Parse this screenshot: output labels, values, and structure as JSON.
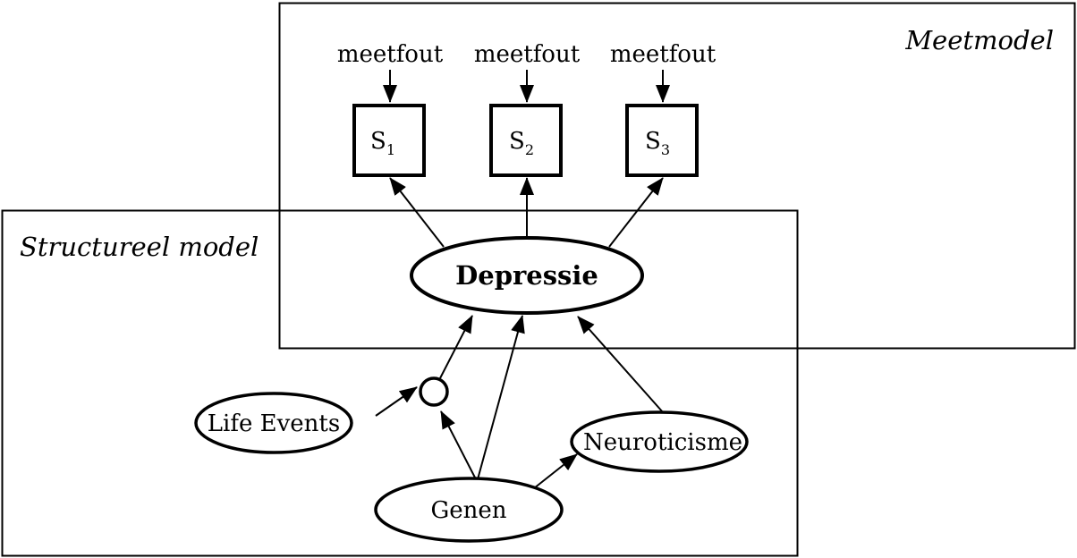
{
  "diagram": {
    "regions": {
      "measurement_model": {
        "label": "Meetmodel"
      },
      "structural_model": {
        "label": "Structureel model"
      }
    },
    "nodes": {
      "error_1": {
        "label": "meetfout"
      },
      "error_2": {
        "label": "meetfout"
      },
      "error_3": {
        "label": "meetfout"
      },
      "s1": {
        "label": "S",
        "subscript": "1",
        "shape": "square"
      },
      "s2": {
        "label": "S",
        "subscript": "2",
        "shape": "square"
      },
      "s3": {
        "label": "S",
        "subscript": "3",
        "shape": "square"
      },
      "depressie": {
        "label": "Depressie",
        "shape": "ellipse"
      },
      "interaction": {
        "label": "",
        "shape": "circle"
      },
      "life_events": {
        "label": "Life Events",
        "shape": "ellipse"
      },
      "genen": {
        "label": "Genen",
        "shape": "ellipse"
      },
      "neuroticisme": {
        "label": "Neuroticisme",
        "shape": "ellipse"
      }
    },
    "edges": [
      {
        "from": "error_1",
        "to": "s1"
      },
      {
        "from": "error_2",
        "to": "s2"
      },
      {
        "from": "error_3",
        "to": "s3"
      },
      {
        "from": "depressie",
        "to": "s1"
      },
      {
        "from": "depressie",
        "to": "s2"
      },
      {
        "from": "depressie",
        "to": "s3"
      },
      {
        "from": "life_events",
        "to": "interaction"
      },
      {
        "from": "genen",
        "to": "interaction"
      },
      {
        "from": "interaction",
        "to": "depressie"
      },
      {
        "from": "genen",
        "to": "depressie"
      },
      {
        "from": "genen",
        "to": "neuroticisme"
      },
      {
        "from": "neuroticisme",
        "to": "depressie"
      }
    ]
  }
}
